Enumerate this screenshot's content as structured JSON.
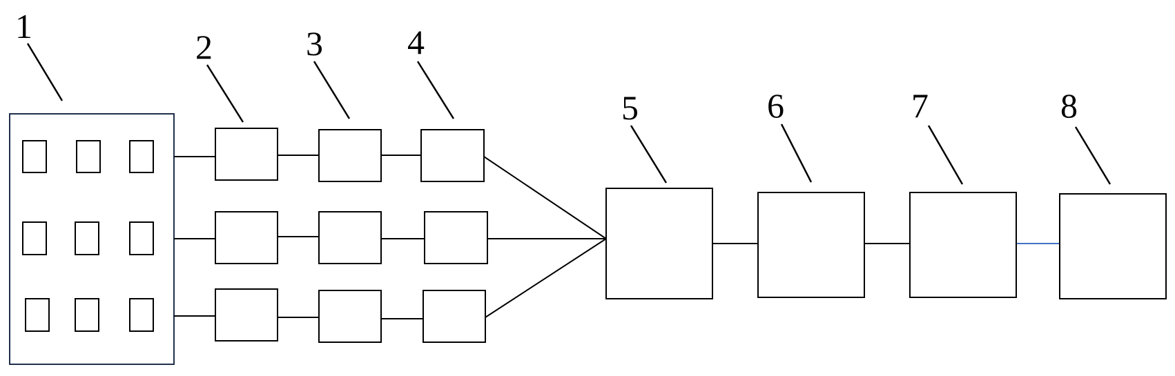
{
  "labels": [
    "1",
    "2",
    "3",
    "4",
    "5",
    "6",
    "7",
    "8"
  ],
  "colors": {
    "line": "#000000",
    "panel_border": "#1f2f4a",
    "connector_7_8": "#4472c4"
  }
}
